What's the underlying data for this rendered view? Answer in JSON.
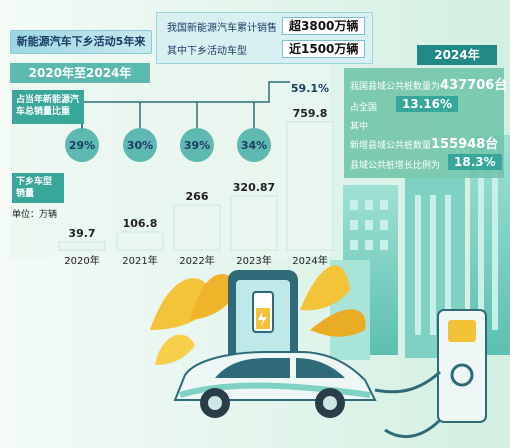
{
  "title": "新能源汽车下乡活动5年来",
  "period": "2020年至2024年",
  "summary": {
    "total_label": "我国新能源汽车累计销售",
    "total_value": "超3800万辆",
    "rural_label": "其中下乡活动车型",
    "rural_value": "近1500万辆"
  },
  "ratio_label": "占当年新能源汽车总销量比重",
  "sales_label": "下乡车型销量",
  "unit_label": "单位：万辆",
  "stats": {
    "year": "2024年",
    "public_label": "我国县域公共桩数量为",
    "public_value": "437706台",
    "share_label": "占全国",
    "share_value": "13.16%",
    "among_label": "其中",
    "new_label": "新增县域公共桩数量",
    "new_value": "155948台",
    "growth_label": "县域公共桩增长比例为",
    "growth_value": "18.3%"
  },
  "colors": {
    "teal": "#3aa79b",
    "bar": "#eaf6f2",
    "line": "#2f6f7a",
    "circle": "#4fb3aa"
  },
  "chart_data": {
    "type": "bar",
    "categories": [
      "2020年",
      "2021年",
      "2022年",
      "2023年",
      "2024年"
    ],
    "series": [
      {
        "name": "下乡车型销量",
        "values": [
          39.7,
          106.8,
          266,
          320.87,
          759.8
        ]
      },
      {
        "name": "占当年新能源汽车总销量比重",
        "values": [
          "29%",
          "30%",
          "39%",
          "34%",
          "59.1%"
        ]
      }
    ],
    "ylabel": "单位：万辆",
    "ylim": [
      0,
      800
    ]
  }
}
